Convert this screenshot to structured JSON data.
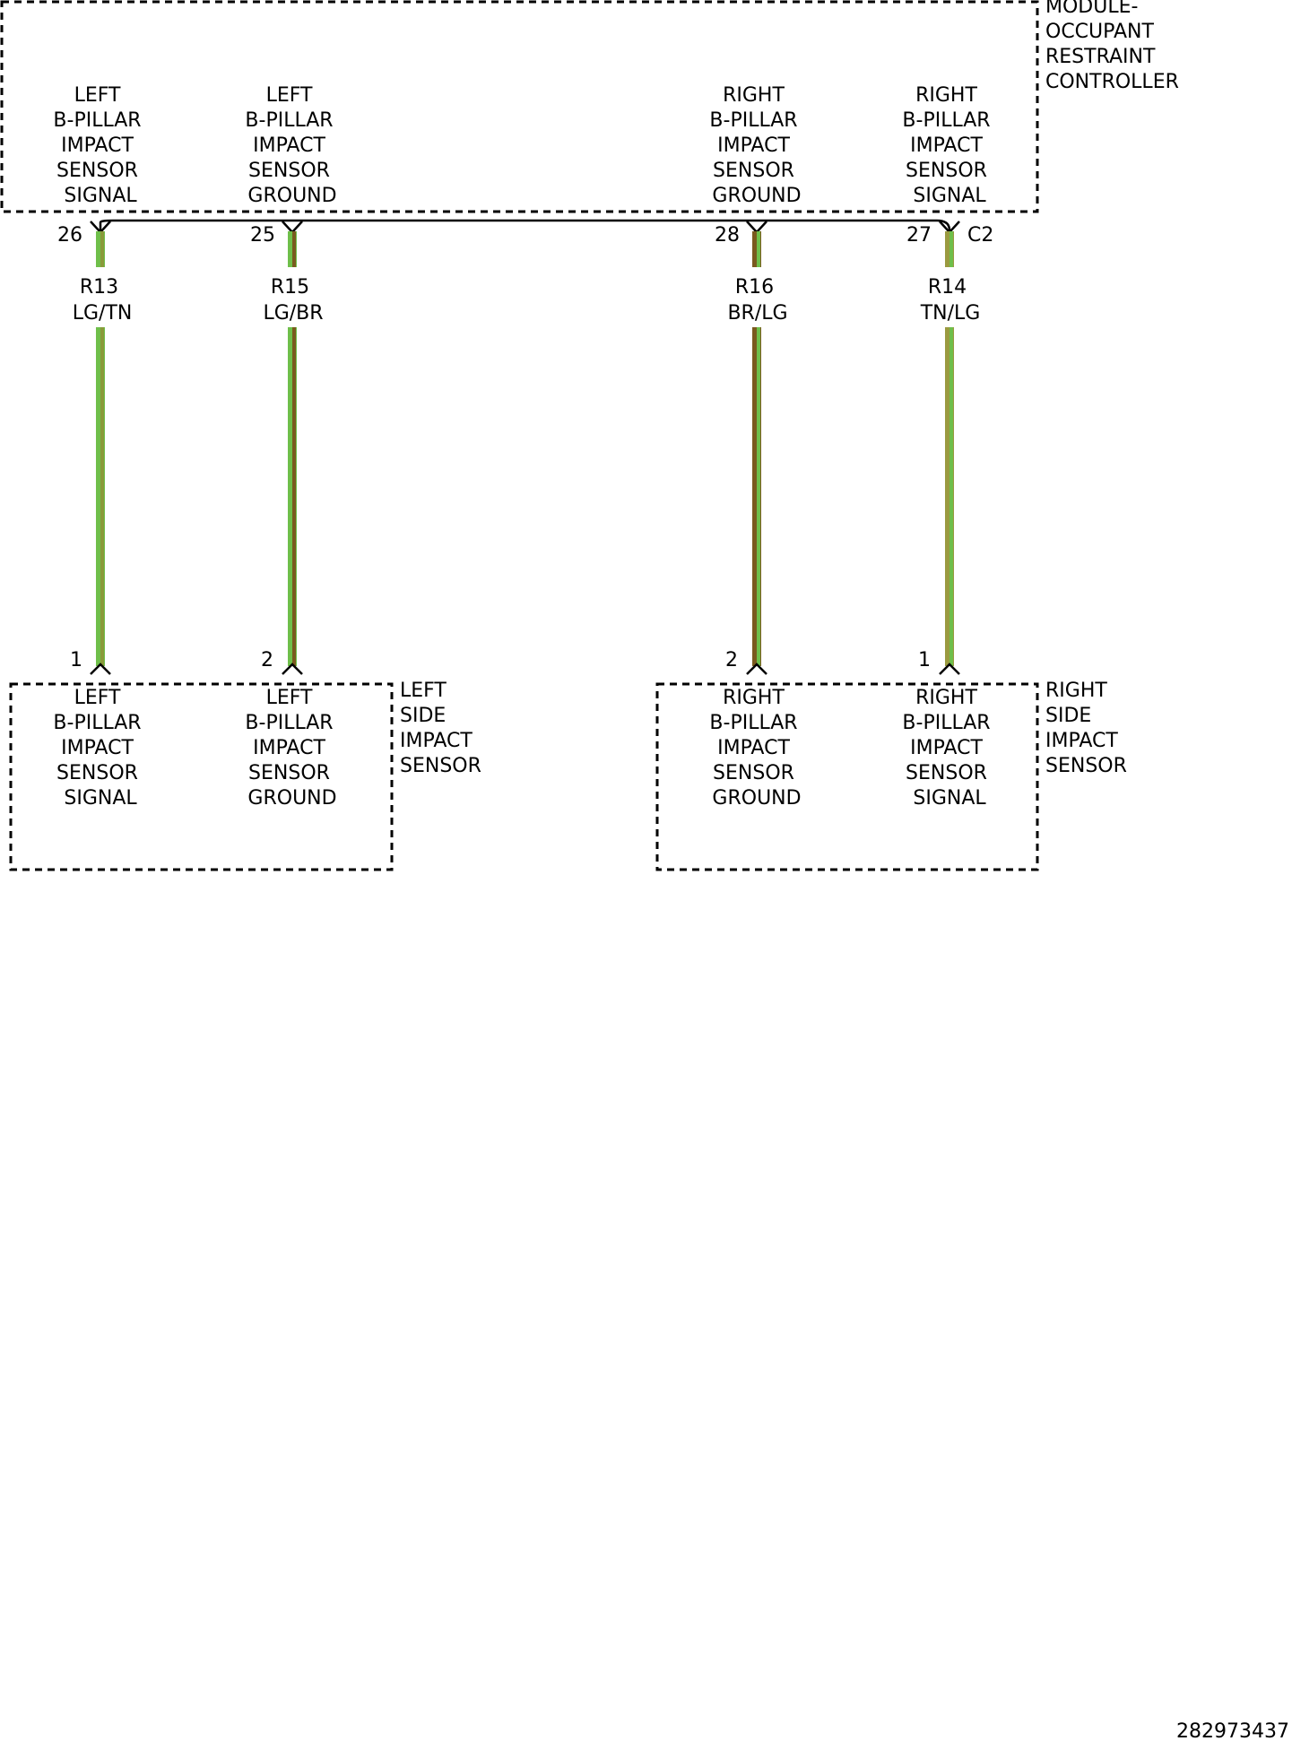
{
  "module": {
    "name_lines": [
      "MODULE-",
      "OCCUPANT",
      "RESTRAINT",
      "CONTROLLER"
    ],
    "connector": "C2",
    "pins": [
      {
        "pin": "26",
        "lines": [
          "LEFT",
          "B-PILLAR",
          "IMPACT",
          "SENSOR",
          "SIGNAL"
        ]
      },
      {
        "pin": "25",
        "lines": [
          "LEFT",
          "B-PILLAR",
          "IMPACT",
          "SENSOR",
          "GROUND"
        ]
      },
      {
        "pin": "28",
        "lines": [
          "RIGHT",
          "B-PILLAR",
          "IMPACT",
          "SENSOR",
          "GROUND"
        ]
      },
      {
        "pin": "27",
        "lines": [
          "RIGHT",
          "B-PILLAR",
          "IMPACT",
          "SENSOR",
          "SIGNAL"
        ]
      }
    ]
  },
  "wires": [
    {
      "circuit": "R13",
      "color_code": "LG/TN",
      "base_color": "#6fbf4a",
      "stripe_color": "#8a9a3a"
    },
    {
      "circuit": "R15",
      "color_code": "LG/BR",
      "base_color": "#6fbf4a",
      "stripe_color": "#7a5a1e"
    },
    {
      "circuit": "R16",
      "color_code": "BR/LG",
      "base_color": "#7a5a1e",
      "stripe_color": "#6fbf4a"
    },
    {
      "circuit": "R14",
      "color_code": "TN/LG",
      "base_color": "#9a9a40",
      "stripe_color": "#6fbf4a"
    }
  ],
  "left_sensor": {
    "name_lines": [
      "LEFT",
      "SIDE",
      "IMPACT",
      "SENSOR"
    ],
    "pins": [
      {
        "pin": "1",
        "lines": [
          "LEFT",
          "B-PILLAR",
          "IMPACT",
          "SENSOR",
          "SIGNAL"
        ]
      },
      {
        "pin": "2",
        "lines": [
          "LEFT",
          "B-PILLAR",
          "IMPACT",
          "SENSOR",
          "GROUND"
        ]
      }
    ]
  },
  "right_sensor": {
    "name_lines": [
      "RIGHT",
      "SIDE",
      "IMPACT",
      "SENSOR"
    ],
    "pins": [
      {
        "pin": "2",
        "lines": [
          "RIGHT",
          "B-PILLAR",
          "IMPACT",
          "SENSOR",
          "GROUND"
        ]
      },
      {
        "pin": "1",
        "lines": [
          "RIGHT",
          "B-PILLAR",
          "IMPACT",
          "SENSOR",
          "SIGNAL"
        ]
      }
    ]
  },
  "figure_id": "282973437"
}
